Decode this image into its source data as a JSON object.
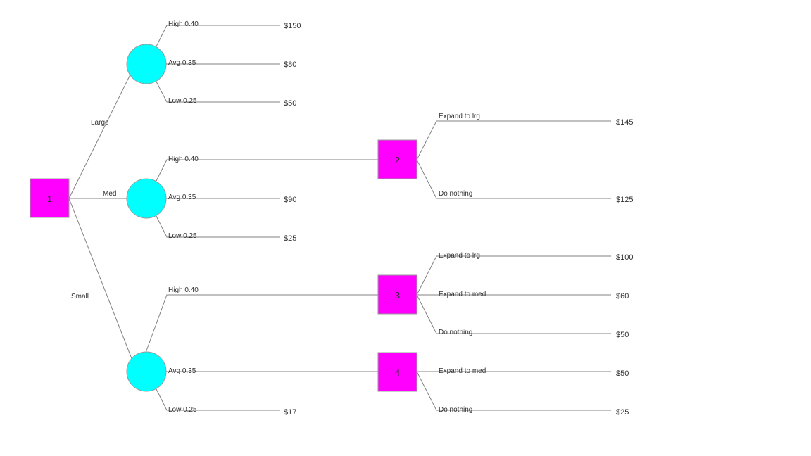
{
  "colors": {
    "decision_node": "#ff00ff",
    "chance_node": "#00ffff",
    "edge": "#808080",
    "text": "#333333"
  },
  "decision_labels": [
    "1",
    "2",
    "3",
    "4"
  ],
  "branches": {
    "large": "Large",
    "med": "Med",
    "small": "Small",
    "large_high": "High 0.40",
    "large_avg": "Avg 0.35",
    "large_low": "Low 0.25",
    "med_high": "High 0.40",
    "med_avg": "Avg 0.35",
    "med_low": "Low 0.25",
    "small_high": "High 0.40",
    "small_avg": "Avg 0.35",
    "small_low": "Low 0.25",
    "d2_expand_lrg": "Expand to lrg",
    "d2_do_nothing": "Do nothing",
    "d3_expand_lrg": "Expand to lrg",
    "d3_expand_med": "Expand to med",
    "d3_do_nothing": "Do nothing",
    "d4_expand_med": "Expand to med",
    "d4_do_nothing": "Do nothing"
  },
  "payoffs": {
    "large_high": "$150",
    "large_avg": "$80",
    "large_low": "$50",
    "med_avg": "$90",
    "med_low": "$25",
    "small_low": "$17",
    "d2_expand_lrg": "$145",
    "d2_do_nothing": "$125",
    "d3_expand_lrg": "$100",
    "d3_expand_med": "$60",
    "d3_do_nothing": "$50",
    "d4_expand_med": "$50",
    "d4_do_nothing": "$25"
  }
}
